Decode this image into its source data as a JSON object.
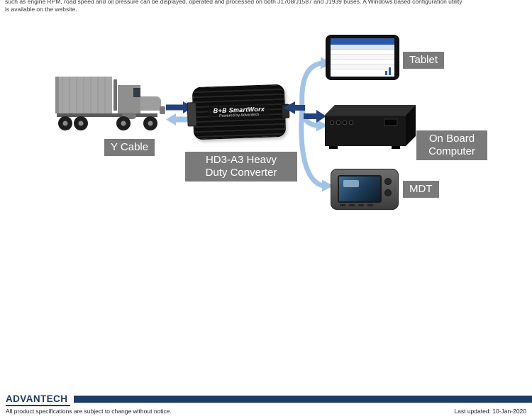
{
  "intro": {
    "line1": "such as engine RPM, road speed and oil pressure can be displayed, operated and processed on both J1708/J1587 and J1939 buses. A Windows based configuration utility",
    "line2": "is available on the website."
  },
  "diagram": {
    "y_cable_label": "Y Cable",
    "converter_label_line1": "HD3-A3 Heavy",
    "converter_label_line2": "Duty Converter",
    "converter_brand": "B+B SmartWorx",
    "converter_brand_sub": "Powered by Advantech",
    "tablet_label": "Tablet",
    "obc_label_line1": "On Board",
    "obc_label_line2": "Computer",
    "mdt_label": "MDT",
    "colors": {
      "label_bg": "#7a7a7a",
      "arrow_dark": "#24427c",
      "arrow_light": "#a3c3e6",
      "footer_bar": "#1e3c64"
    }
  },
  "footer": {
    "logo": "ADVANTECH",
    "disclaimer": "All product specifications are subject to change without notice.",
    "last_updated": "Last updated: 10-Jan-2020"
  }
}
